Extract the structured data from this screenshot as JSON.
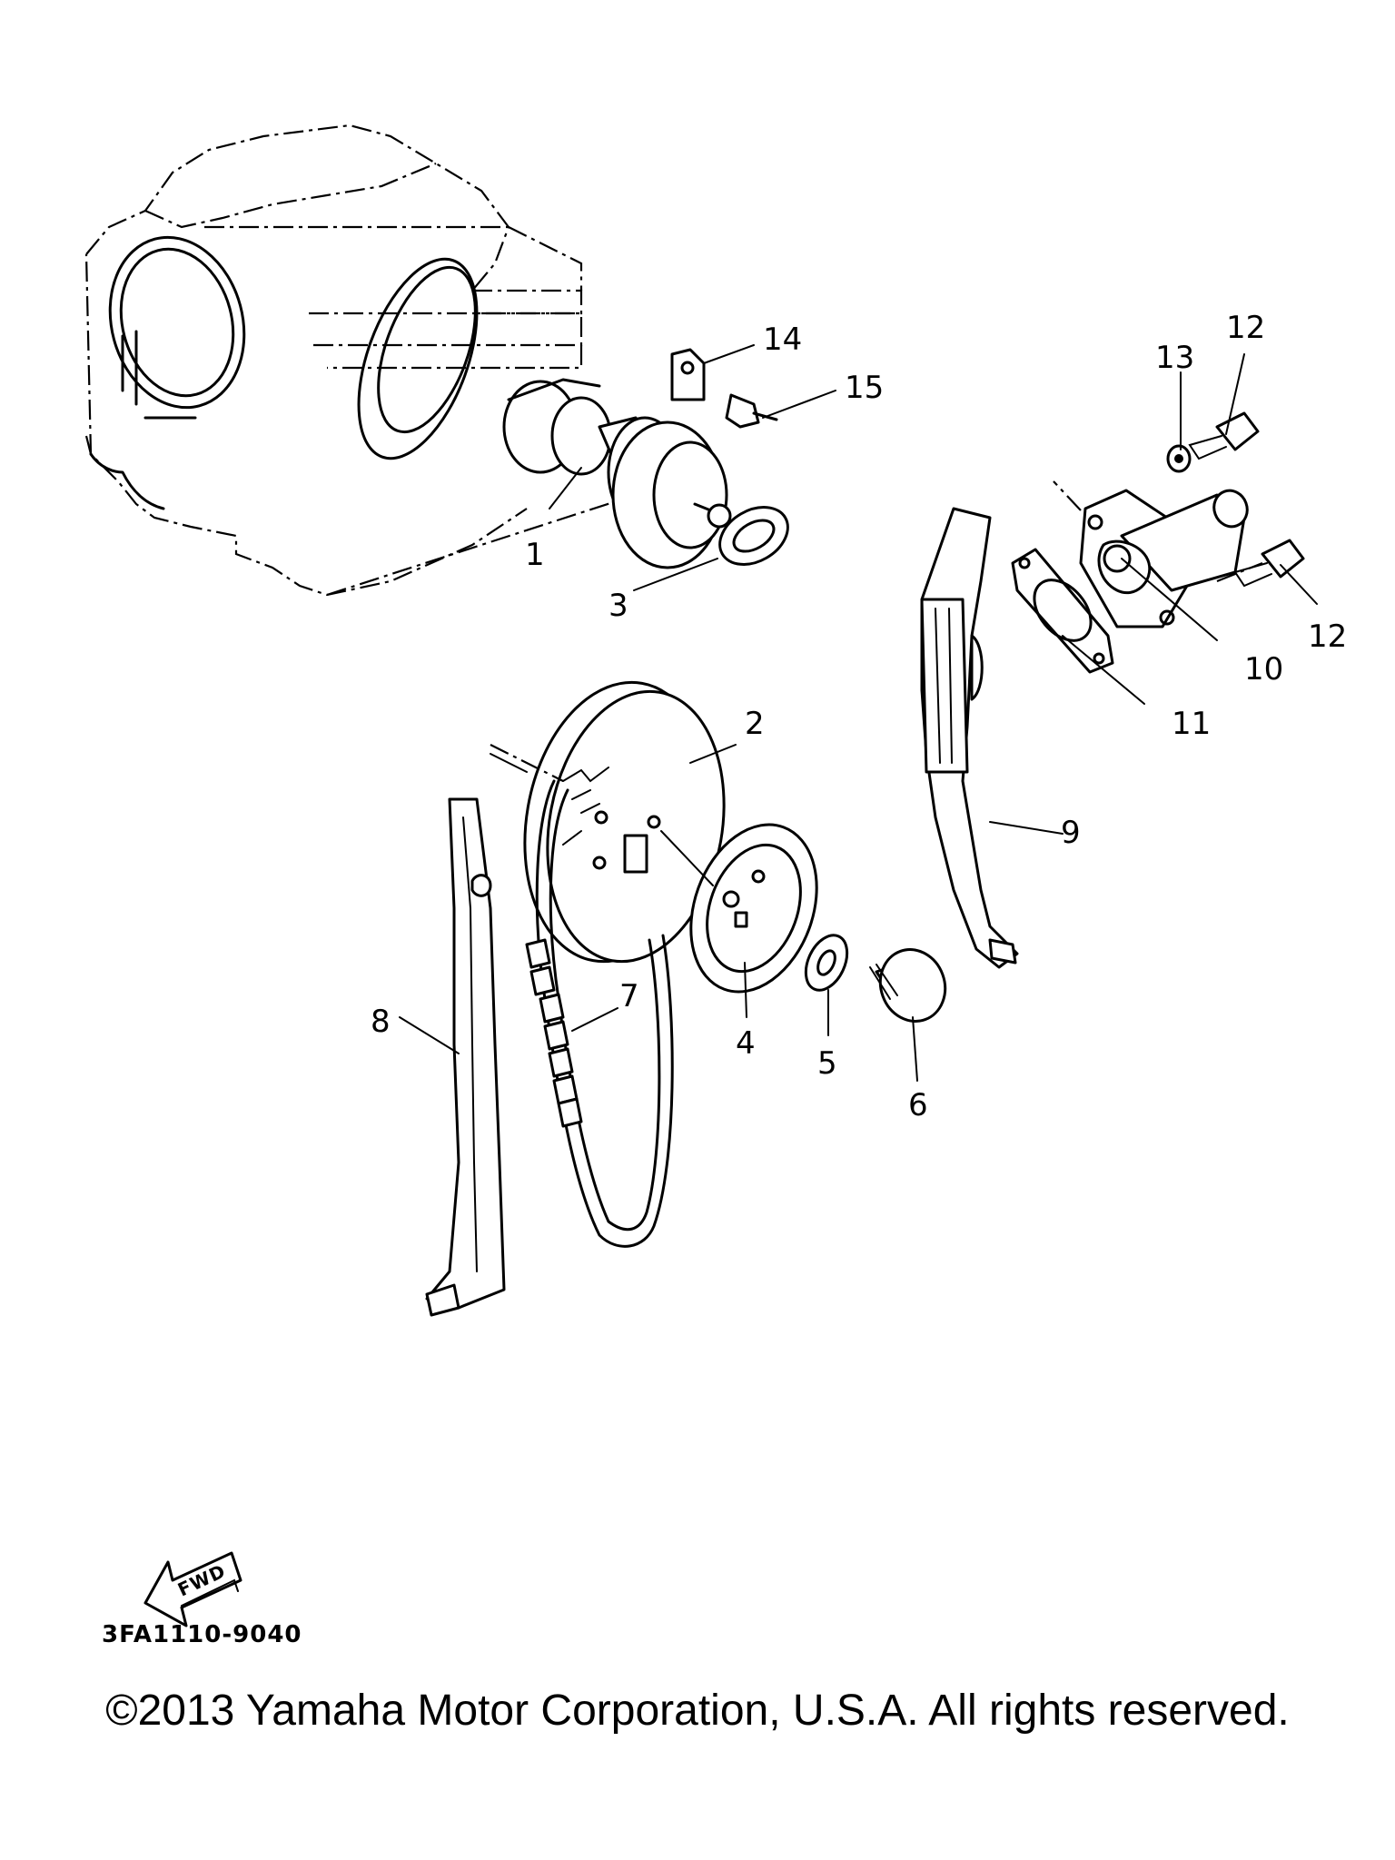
{
  "diagram": {
    "callouts": {
      "c1": "1",
      "c2": "2",
      "c3": "3",
      "c4": "4",
      "c5": "5",
      "c6": "6",
      "c7": "7",
      "c8": "8",
      "c9": "9",
      "c10": "10",
      "c11": "11",
      "c12a": "12",
      "c12b": "12",
      "c13": "13",
      "c14": "14",
      "c15": "15"
    },
    "fwd_label": "FWD",
    "drawing_code": "3FA1110-9040"
  },
  "footer": {
    "copyright": "©2013 Yamaha Motor Corporation, U.S.A. All rights reserved."
  }
}
